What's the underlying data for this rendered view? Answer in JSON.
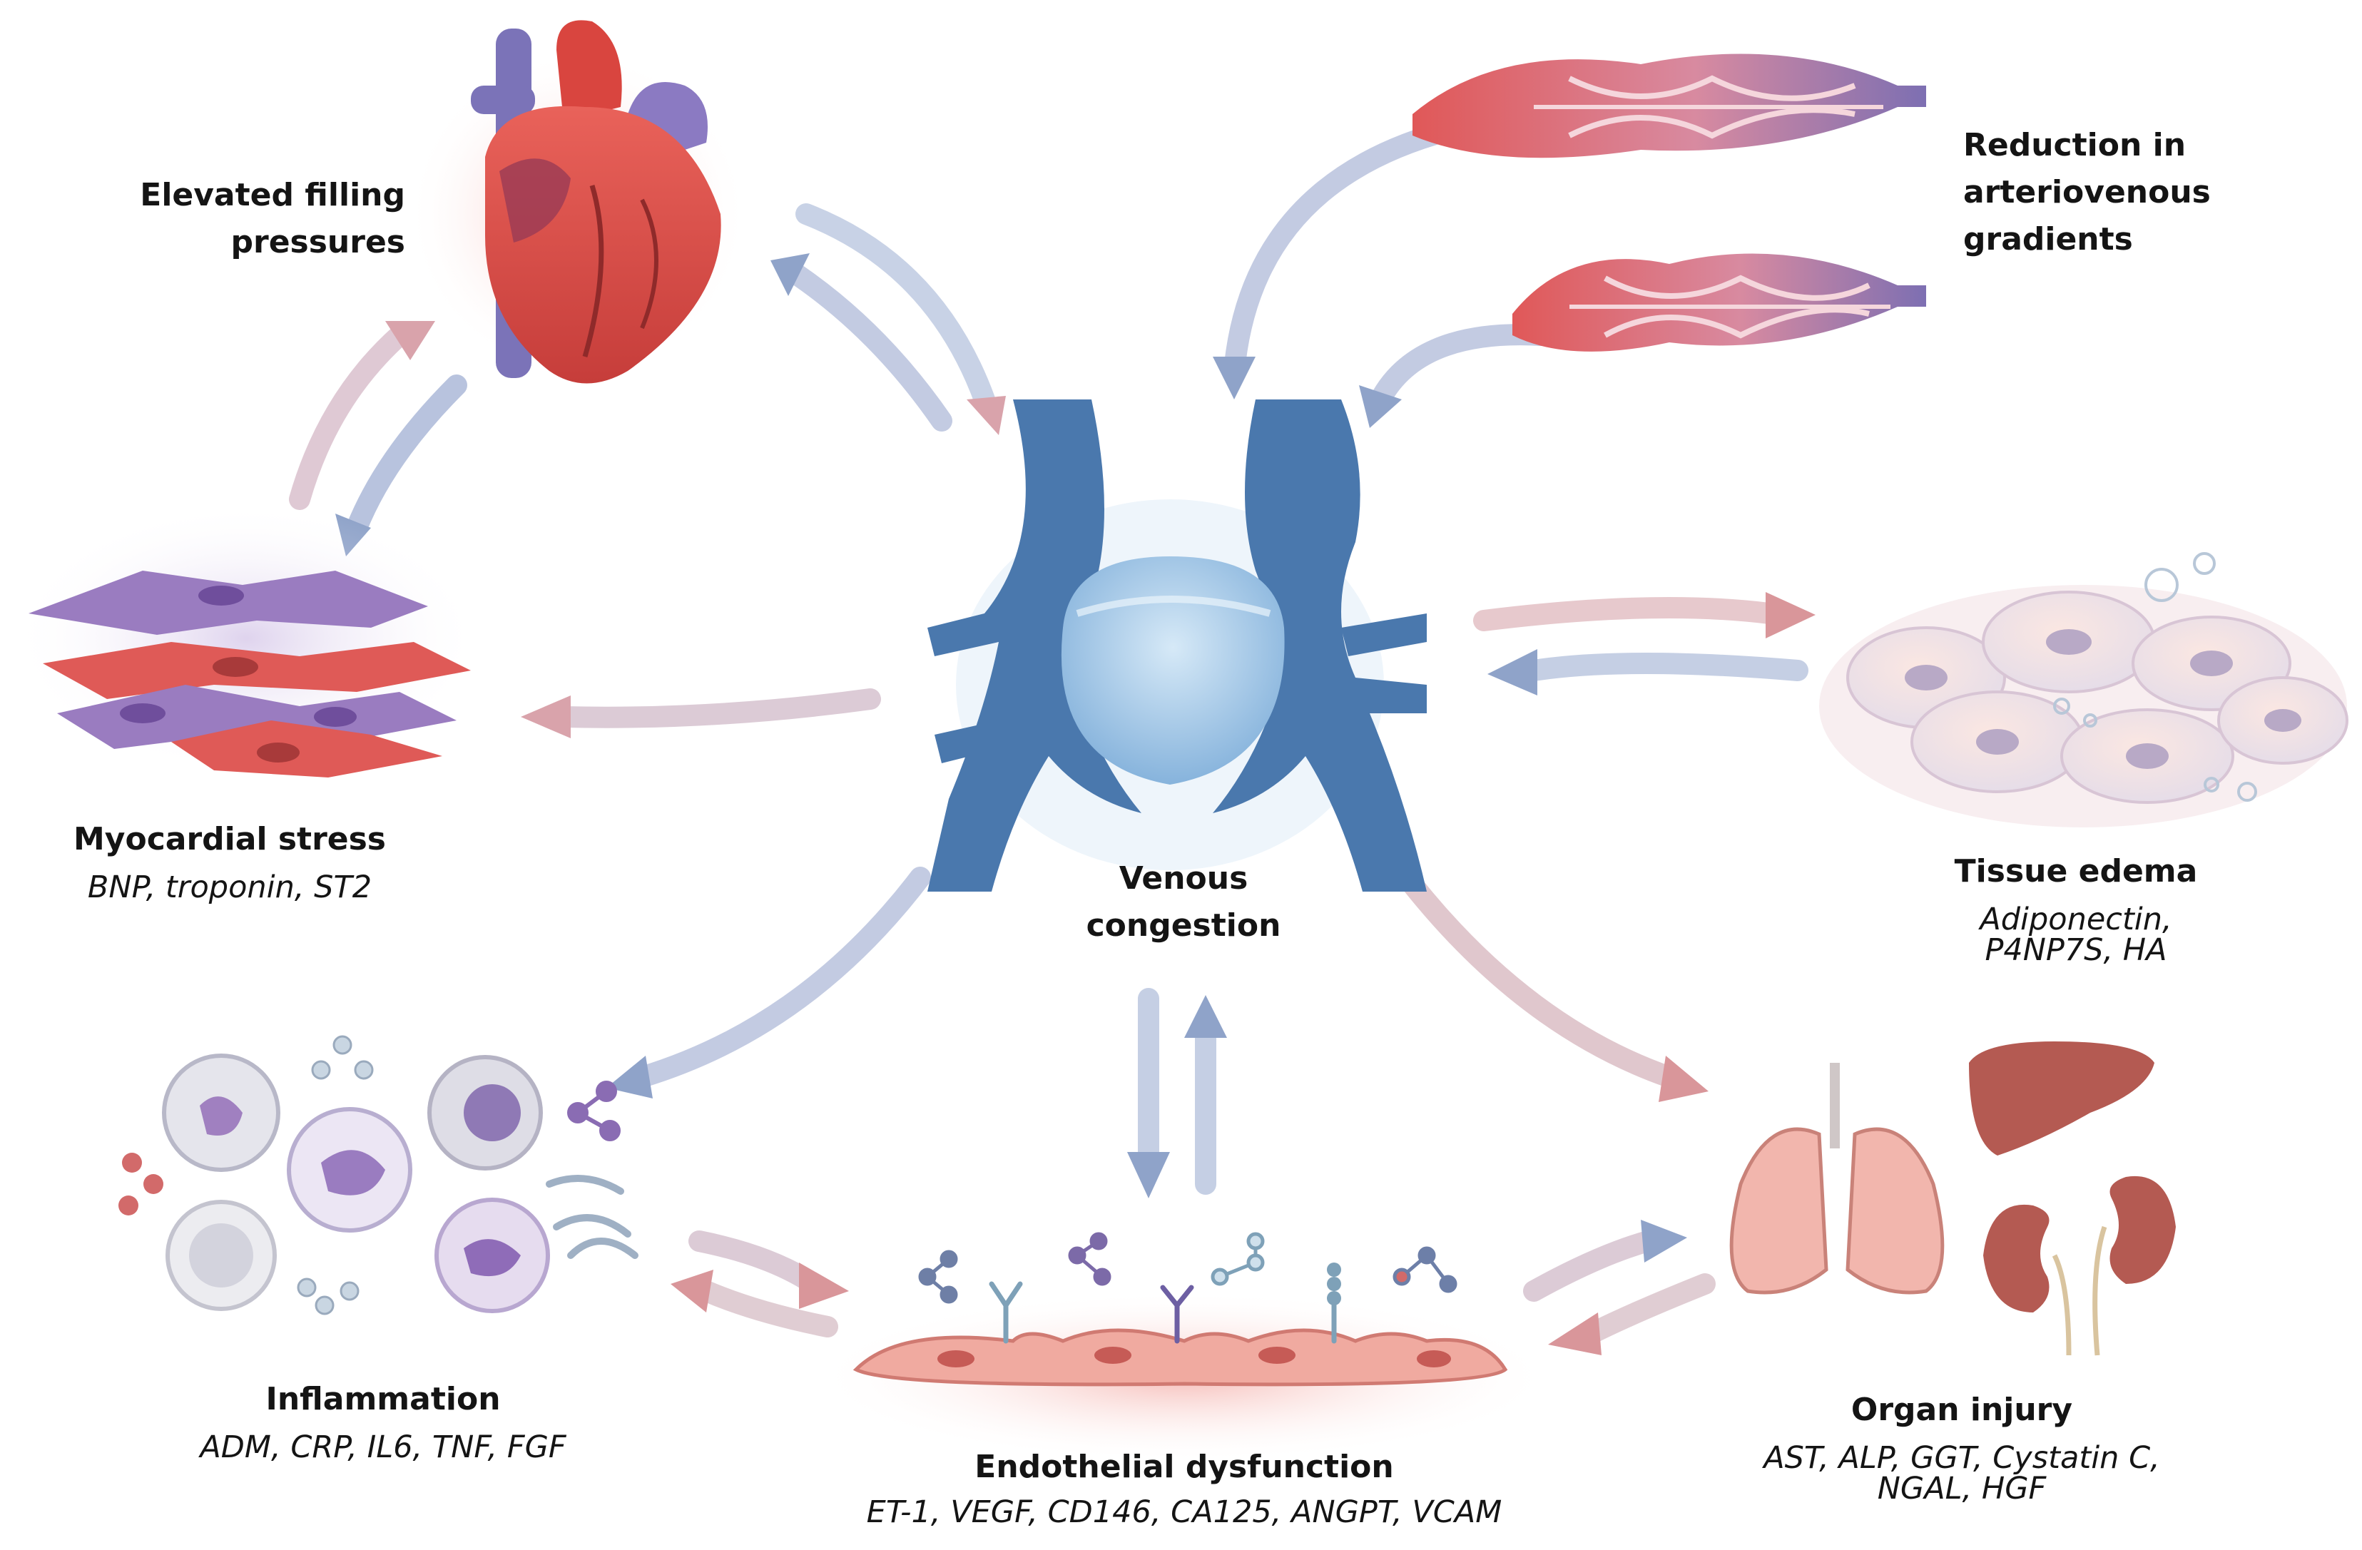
{
  "venous": {
    "line1": "Venous",
    "line2": "congestion"
  },
  "filling": {
    "line1": "Elevated filling",
    "line2": "pressures"
  },
  "arteriovenous": {
    "line1": "Reduction in",
    "line2": "arteriovenous",
    "line3": "gradients"
  },
  "myocardial": {
    "title": "Myocardial stress",
    "markers": "BNP, troponin, ST2"
  },
  "edema": {
    "title": "Tissue edema",
    "markers": "Adiponectin, P4NP7S, HA"
  },
  "inflammation": {
    "title": "Inflammation",
    "markers": "ADM, CRP, IL6, TNF, FGF"
  },
  "endothelial": {
    "title": "Endothelial dysfunction",
    "markers": "ET-1, VEGF, CD146, CA125, ANGPT, VCAM"
  },
  "organ": {
    "title": "Organ injury",
    "markers": "AST, ALP, GGT, Cystatin C, NGAL, HGF"
  },
  "colors": {
    "vein": "#4a78ad",
    "vein_light": "#9dc2e4",
    "heart": "#d9453f",
    "arrow_blue": "#8fa3c9",
    "arrow_red": "#d9969a",
    "cell_purple": "#9a7cc0",
    "cell_red": "#df5a57",
    "endothelium": "#f0aaa0",
    "organ_pink": "#f2b6ad"
  }
}
